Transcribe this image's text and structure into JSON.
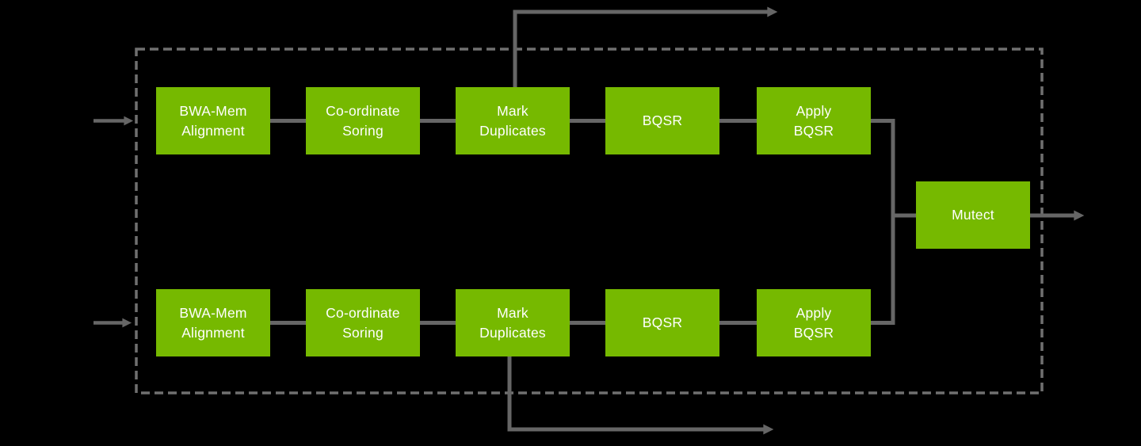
{
  "colors": {
    "node_fill": "#76b900",
    "node_text": "#ffffff",
    "connector": "#666666",
    "dashed_border": "#707070",
    "background": "#000000"
  },
  "nodes": {
    "top": [
      {
        "label": "BWA-Mem\nAlignment"
      },
      {
        "label": "Co-ordinate\nSoring"
      },
      {
        "label": "Mark\nDuplicates"
      },
      {
        "label": "BQSR"
      },
      {
        "label": "Apply\nBQSR"
      }
    ],
    "bottom": [
      {
        "label": "BWA-Mem\nAlignment"
      },
      {
        "label": "Co-ordinate\nSoring"
      },
      {
        "label": "Mark\nDuplicates"
      },
      {
        "label": "BQSR"
      },
      {
        "label": "Apply\nBQSR"
      }
    ],
    "merge": {
      "label": "Mutect"
    }
  },
  "connections": {
    "top_row": "input → BWA-Mem Alignment → Co-ordinate Soring → Mark Duplicates → BQSR → Apply BQSR → Mutect",
    "bottom_row": "input → BWA-Mem Alignment → Co-ordinate Soring → Mark Duplicates → BQSR → Apply BQSR → Mutect",
    "merge_output": "Mutect → output (exits right of dashed boundary)",
    "top_branch": "top Mark Duplicates → output (exits top of dashed boundary)",
    "bottom_branch": "bottom Mark Duplicates → output (exits bottom of dashed boundary)"
  }
}
